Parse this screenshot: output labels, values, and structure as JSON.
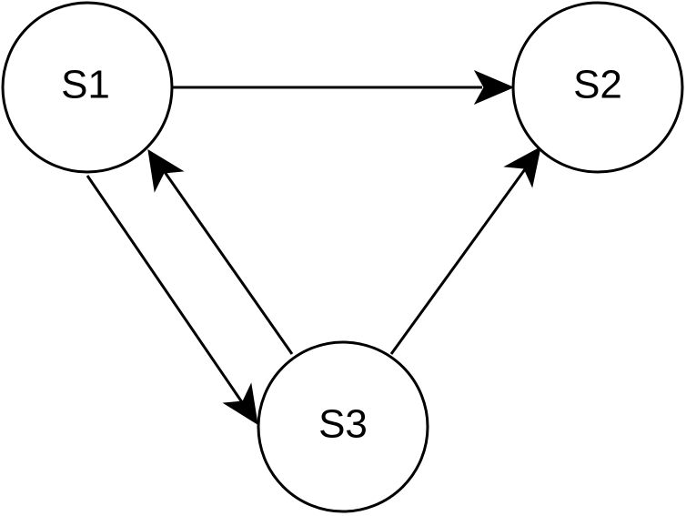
{
  "diagram": {
    "nodes": [
      {
        "id": "s1",
        "label": "S1"
      },
      {
        "id": "s2",
        "label": "S2"
      },
      {
        "id": "s3",
        "label": "S3"
      }
    ],
    "edges": [
      {
        "from": "S1",
        "to": "S2"
      },
      {
        "from": "S1",
        "to": "S3"
      },
      {
        "from": "S3",
        "to": "S1"
      },
      {
        "from": "S3",
        "to": "S2"
      }
    ],
    "colors": {
      "stroke": "#000000",
      "fill": "#ffffff"
    }
  }
}
